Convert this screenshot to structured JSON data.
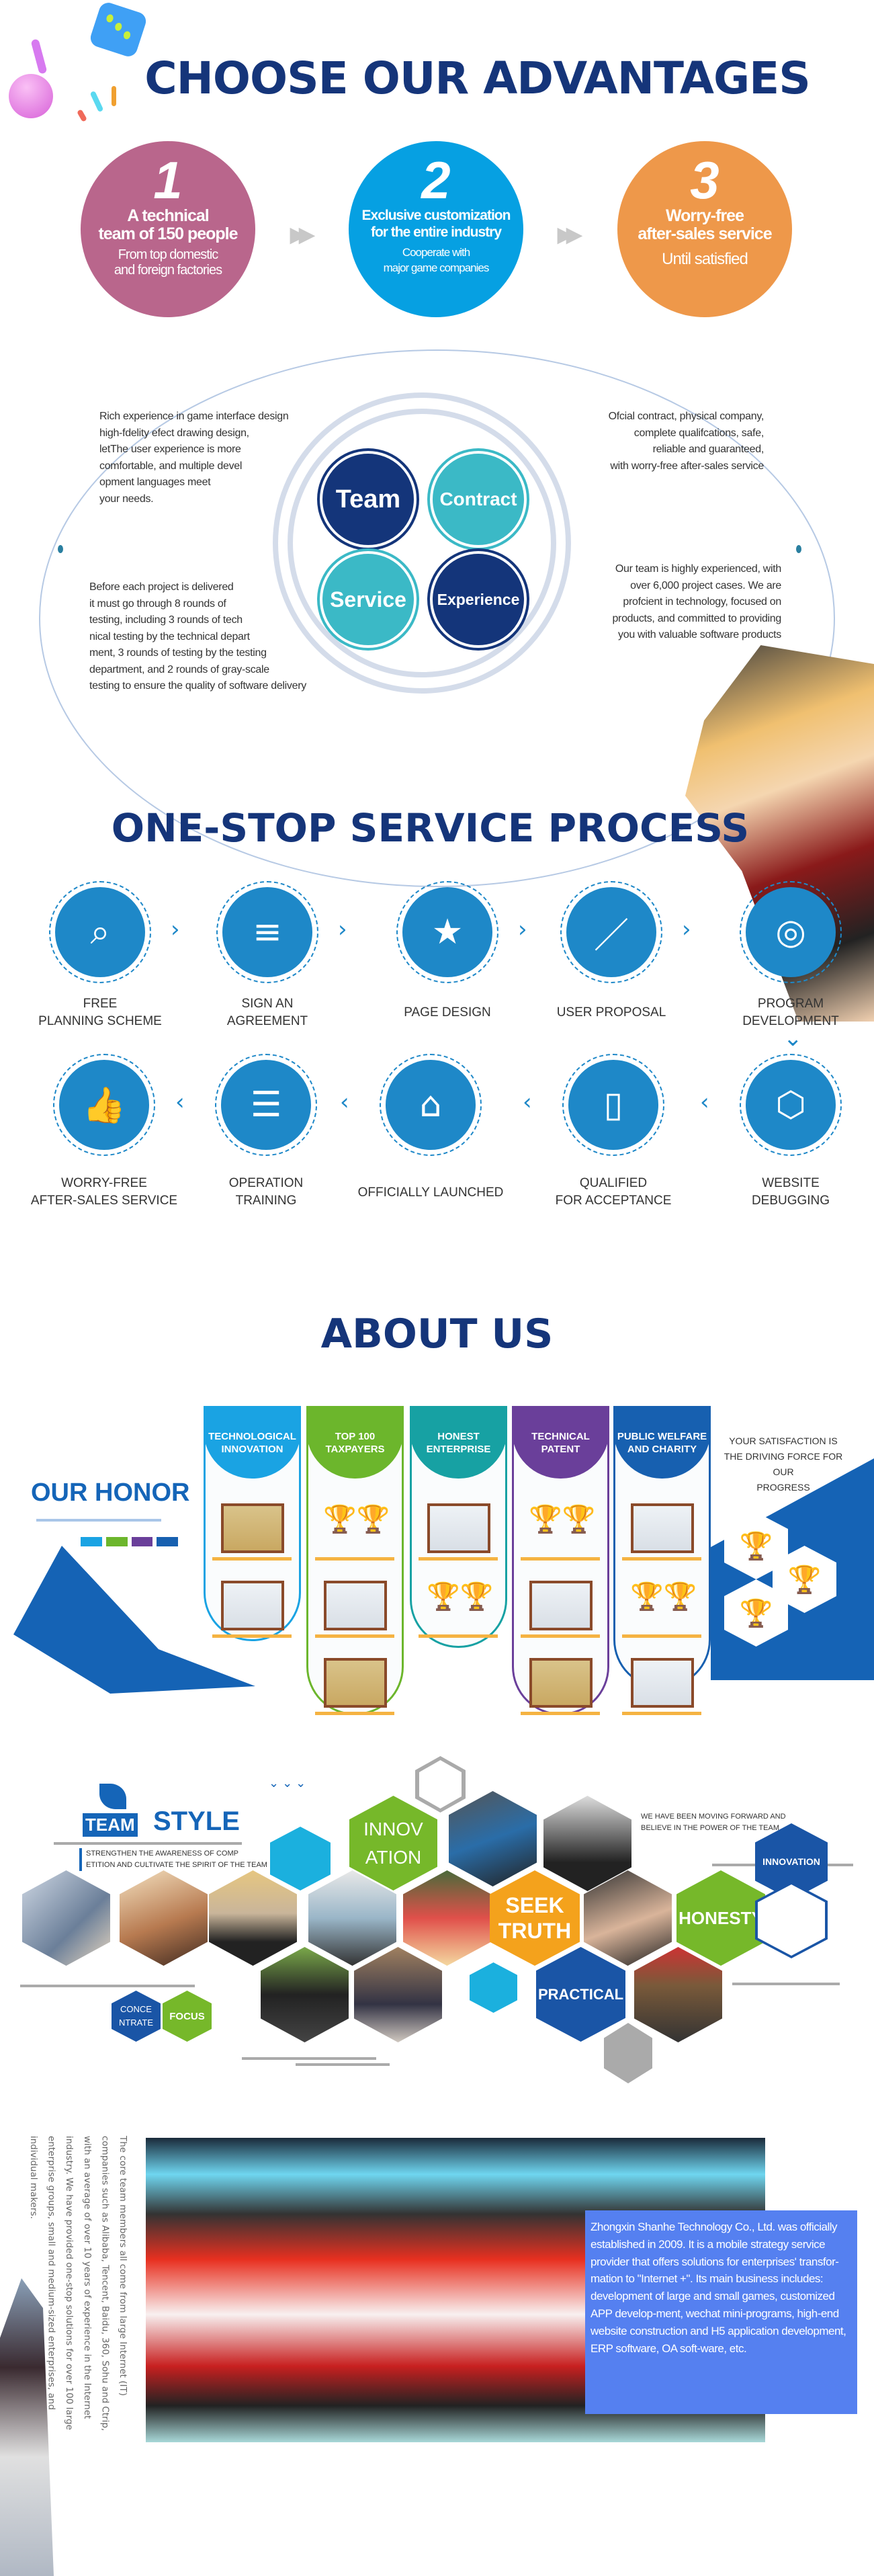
{
  "advantages": {
    "title": "CHOOSE OUR ADVANTAGES",
    "items": [
      {
        "num": "1",
        "title": "A technical\nteam of 150 people",
        "sub": "From top domestic\nand foreign factories",
        "color": "#b9668c"
      },
      {
        "num": "2",
        "title": "Exclusive customization\nfor the entire industry",
        "sub": "Cooperate with\nmajor game companies",
        "color": "#06a0e2"
      },
      {
        "num": "3",
        "title": "Worry-free\nafter-sales service",
        "sub": "Until satisfied",
        "color": "#ee984a"
      }
    ]
  },
  "core": {
    "circles": [
      "Team",
      "Contract",
      "Service",
      "Experience"
    ],
    "texts": [
      "Rich experience in game interface design\n high-fdelity efect drawing design,\nletThe user experience is more\ncomfortable, and multiple devel\nopment languages meet\nyour needs.",
      "Ofcial contract, physical company,\ncomplete qualifcations, safe,\nreliable and guaranteed,\nwith worry-free after-sales service",
      "Before each project is delivered\n it must go through 8 rounds of\ntesting, including 3 rounds of tech\nnical testing by the technical depart\nment, 3 rounds of testing by the testing\n department, and 2 rounds of gray-scale\ntesting to ensure the quality of software delivery",
      "Our team is highly experienced, with\nover 6,000 project cases. We are\nprofcient in technology, focused on\nproducts, and committed to providing\nyou with valuable software products"
    ]
  },
  "process": {
    "title": "ONE-STOP SERVICE PROCESS",
    "row1": [
      "FREE\nPLANNING SCHEME",
      "SIGN AN\nAGREEMENT",
      "PAGE DESIGN",
      "USER PROPOSAL",
      "PROGRAM\nDEVELOPMENT"
    ],
    "row2": [
      "WORRY-FREE\nAFTER-SALES SERVICE",
      "OPERATION\nTRAINING",
      "OFFICIALLY LAUNCHED",
      "QUALIFIED\nFOR ACCEPTANCE",
      "WEBSITE\nDEBUGGING"
    ]
  },
  "about": {
    "title": "ABOUT US"
  },
  "honor": {
    "title": "OUR HONOR",
    "columns": [
      "TECHNOLOGICAL\nINNOVATION",
      "TOP 100\nTAXPAYERS",
      "HONEST\nENTERPRISE",
      "TECHNICAL\nPATENT",
      "PUBLIC WELFARE\nAND CHARITY"
    ],
    "colors": [
      "#1aa3e3",
      "#6cb62c",
      "#17a1a3",
      "#6a3f9a",
      "#1760b0"
    ],
    "slogan": "YOUR SATISFACTION IS\nTHE DRIVING FORCE FOR OUR\nPROGRESS"
  },
  "team_style": {
    "title_a": "TEAM",
    "title_b": "STYLE",
    "subtitle": "STRENGTHEN THE AWARENESS OF COMP\nETITION AND CULTIVATE THE SPIRIT OF THE TEAM",
    "right_text": "WE HAVE BEEN MOVING FORWARD AND\nBELIEVE IN THE POWER OF THE TEAM",
    "hex_labels": {
      "innovation_green": "INNOV\nATION",
      "seek_truth": "SEEK\nTRUTH",
      "honesty": "HONESTY",
      "innovation_blue": "INNOVATION",
      "practical": "PRACTICAL",
      "concentrate": "CONCE\nNTRATE",
      "focus": "FOCUS"
    }
  },
  "company": {
    "vertical_text": "The core team members all come from large Internet (IT) companies such as Alibaba, Tencent, Baidu, 360, Sohu and Ctrip, with an average of over 10 years of experience in the Internet industry. We have provided one-stop solutions for over 100 large enterprise groups, small and medium-sized enterprises, and individual makers.",
    "intro": "Zhongxin Shanhe Technology Co., Ltd. was officially established in 2009. It is a mobile strategy service provider that offers solutions for enterprises' transfor-mation to \"Internet +\". Its main business includes: development of large and small games, customized APP develop-ment, wechat mini-programs, high-end website construction and H5 application development, ERP software, OA soft-ware, etc."
  }
}
